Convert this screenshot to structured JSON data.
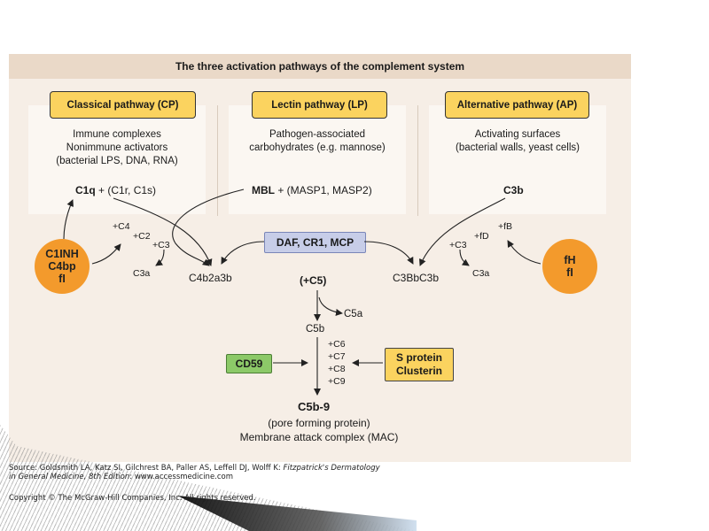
{
  "diagram": {
    "title": "The three activation pathways of the complement system",
    "pathways": [
      {
        "label": "Classical pathway (CP)",
        "desc": [
          "Immune complexes",
          "Nonimmune activators",
          "(bacterial LPS, DNA, RNA)"
        ]
      },
      {
        "label": "Lectin pathway (LP)",
        "desc": [
          "Pathogen-associated",
          "carbohydrates (e.g. mannose)"
        ]
      },
      {
        "label": "Alternative pathway (AP)",
        "desc": [
          "Activating surfaces",
          "(bacterial walls, yeast cells)"
        ]
      }
    ],
    "c1q": {
      "bold": "C1q",
      "rest": "+ (C1r, C1s)"
    },
    "mbl": {
      "bold": "MBL",
      "rest": "+ (MASP1, MASP2)"
    },
    "c3b": "C3b",
    "left_additions": [
      "+C4",
      "+C2",
      "+C3"
    ],
    "left_c3a": "C3a",
    "c3_convertase_cp": "C4b2a3b",
    "right_additions": [
      "+fB",
      "+fD",
      "+C3"
    ],
    "right_c3a": "C3a",
    "c3_convertase_ap": "C3BbC3b",
    "daf": "DAF, CR1, MCP",
    "c1inh": [
      "C1INH",
      "C4bp",
      "fI"
    ],
    "fh": [
      "fH",
      "fI"
    ],
    "c5": "(+C5)",
    "c5a": "C5a",
    "c5b": "C5b",
    "mac_additions": [
      "+C6",
      "+C7",
      "+C8",
      "+C9"
    ],
    "cd59": "CD59",
    "s_protein": [
      "S protein",
      "Clusterin"
    ],
    "c5b9": "C5b-9",
    "c5b9_desc": [
      "(pore forming protein)",
      "Membrane attack complex (MAC)"
    ]
  },
  "colors": {
    "pathway_box": "#fbd35f",
    "inhibitor_circle": "#f39a2c",
    "daf_box": "#c7cde8",
    "cd59_box": "#8cc968",
    "s_protein_box": "#fbd35f"
  },
  "source": {
    "line1_plain": "Source: Goldsmith LA, Katz SI, Gilchrest BA, Paller AS, Leffell DJ, Wolff K: ",
    "line1_italic": "Fitzpatrick's Dermatology",
    "line2_italic": "in General Medicine, 8th Edition",
    "line2_plain": ": www.accessmedicine.com",
    "copyright": "Copyright © The McGraw-Hill Companies, Inc. All rights reserved."
  }
}
